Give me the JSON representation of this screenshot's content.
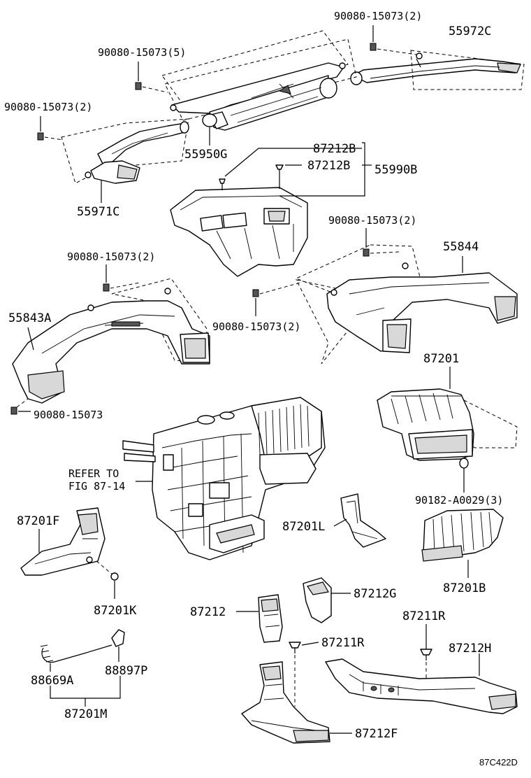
{
  "labels": {
    "l_90080_15073_2_top": "90080-15073(2)",
    "l_55972c": "55972C",
    "l_90080_15073_5": "90080-15073(5)",
    "l_90080_15073_2_left": "90080-15073(2)",
    "l_87212b_a": "87212B",
    "l_87212b_b": "87212B",
    "l_55990b": "55990B",
    "l_55950g": "55950G",
    "l_55971c": "55971C",
    "l_90080_15073_2_mid": "90080-15073(2)",
    "l_55844": "55844",
    "l_90080_15073_2_leftmid": "90080-15073(2)",
    "l_55843a": "55843A",
    "l_90080_15073_2_center": "90080-15073(2)",
    "l_87201": "87201",
    "l_90080_15073": "90080-15073",
    "l_refer_to": "REFER TO",
    "l_fig_87_14": "FIG 87-14",
    "l_90182_a0029": "90182-A0029(3)",
    "l_87201f": "87201F",
    "l_87201l": "87201L",
    "l_87201b": "87201B",
    "l_87212g": "87212G",
    "l_87201k": "87201K",
    "l_87212": "87212",
    "l_87211r_a": "87211R",
    "l_87211r_b": "87211R",
    "l_87212h": "87212H",
    "l_88897p": "88897P",
    "l_88669a": "88669A",
    "l_87201m": "87201M",
    "l_87212f": "87212F",
    "l_code": "87C422D"
  }
}
